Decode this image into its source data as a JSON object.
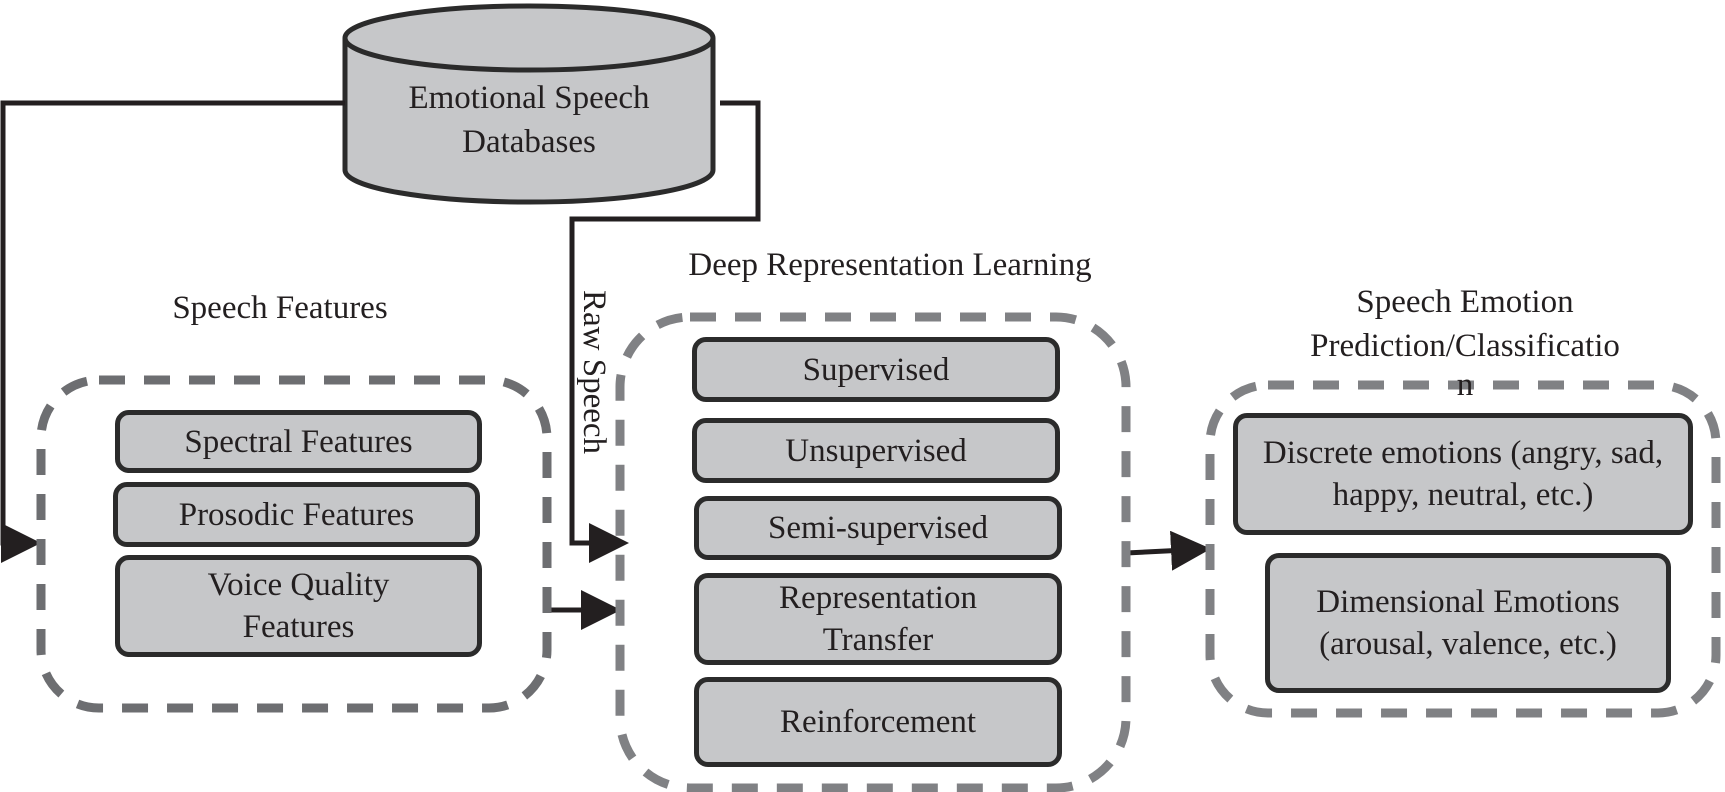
{
  "database": {
    "label_line1": "Emotional Speech",
    "label_line2": "Databases"
  },
  "raw_speech_label": "Raw Speech",
  "speech_features": {
    "title": "Speech Features",
    "items": [
      "Spectral Features",
      "Prosodic Features",
      "Voice Quality Features"
    ]
  },
  "deep_learning": {
    "title": "Deep Representation Learning",
    "items": [
      "Supervised",
      "Unsupervised",
      "Semi-supervised",
      "Representation Transfer",
      "Reinforcement"
    ]
  },
  "prediction": {
    "title_line1": "Speech Emotion",
    "title_line2": "Prediction/Classificatio",
    "title_line3": "n",
    "items": [
      "Discrete emotions (angry, sad, happy, neutral, etc.)",
      "Dimensional Emotions (arousal, valence, etc.)"
    ]
  },
  "colors": {
    "box_fill": "#c6c7c9",
    "stroke": "#231f20",
    "dash": "#808184"
  }
}
